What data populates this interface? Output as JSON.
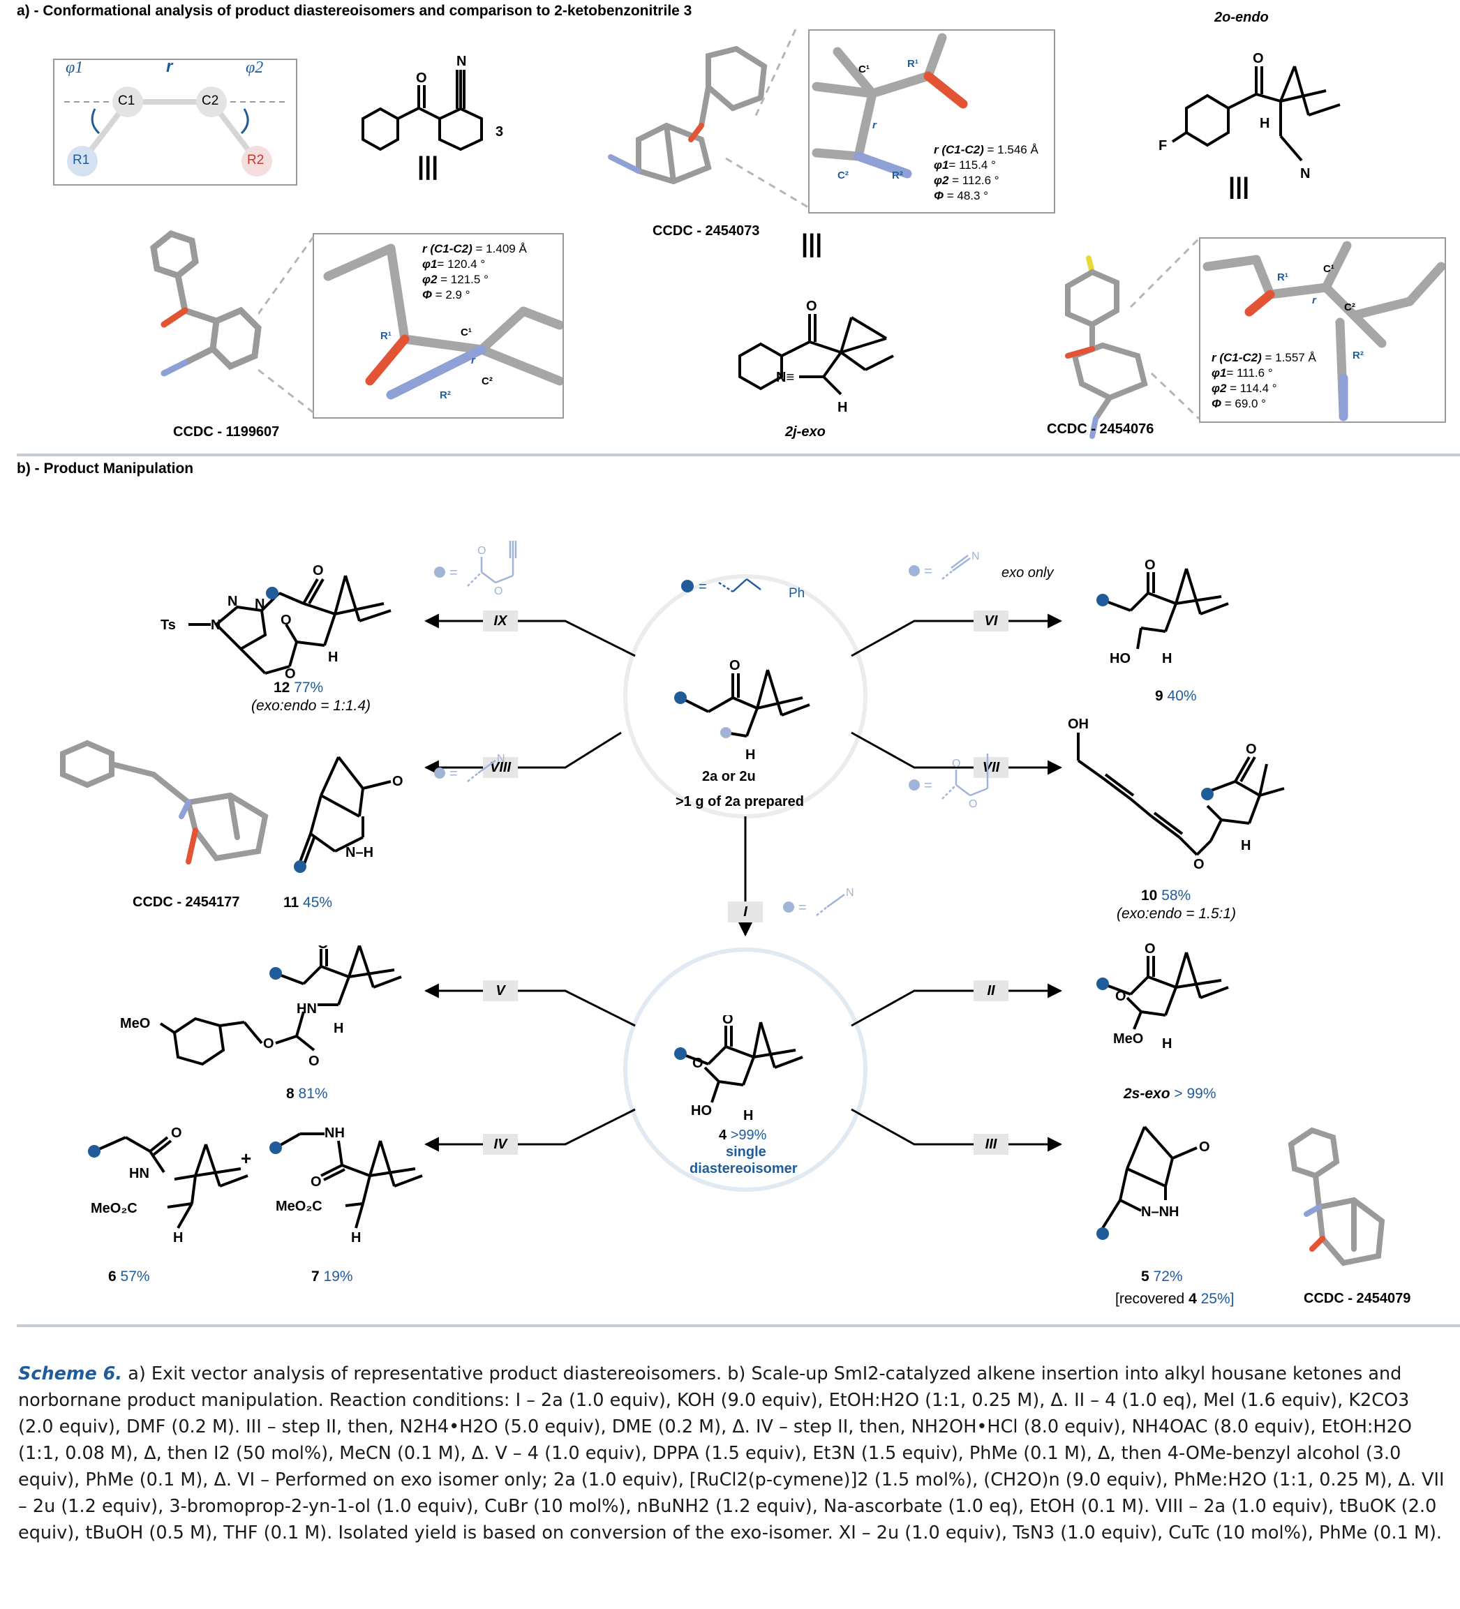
{
  "section_a": {
    "title": "a) - Conformational analysis of product diastereoisomers and comparison to 2-ketobenzonitrile 3",
    "scheme_box": {
      "phi1": "φ1",
      "phi2": "φ2",
      "r": "r",
      "c1": "C1",
      "c2": "C2",
      "r1": "R1",
      "r2": "R2"
    },
    "compound3_label": "3",
    "compound2o_label": "2o-endo",
    "compound2j_label": "2j-exo",
    "ccdc_1199607": "CCDC - 1199607",
    "ccdc_2454073": "CCDC - 2454073",
    "ccdc_2454076": "CCDC - 2454076",
    "meas_1199607": {
      "r": "= 1.409 Å",
      "phi1": "= 120.4 °",
      "phi2": "= 121.5 °",
      "Phi": "= 2.9 °"
    },
    "meas_2454073": {
      "r": "= 1.546 Å",
      "phi1": "= 115.4 °",
      "phi2": "= 112.6 °",
      "Phi": "= 48.3 °"
    },
    "meas_2454076": {
      "r": "= 1.557 Å",
      "phi1": "= 111.6 °",
      "phi2": "= 114.4 °",
      "Phi": "= 69.0 °"
    },
    "meas_labels": {
      "r": "r (C1-C2)",
      "phi1": "φ1",
      "phi2": "φ2",
      "Phi": "Φ"
    }
  },
  "section_b": {
    "title": "b) - Product Manipulation",
    "legend_ph": "Ph",
    "center_top": {
      "line1": "2a or 2u",
      "line2": ">1 g of 2a prepared"
    },
    "center_bottom": {
      "num": "4",
      "yield": ">99%",
      "line2": "single",
      "line3": "diastereoisomer"
    },
    "steps": {
      "I": "I",
      "II": "II",
      "III": "III",
      "IV": "IV",
      "V": "V",
      "VI": "VI",
      "VII": "VII",
      "VIII": "VIII",
      "IX": "IX"
    },
    "exo_only": "exo only",
    "c12": {
      "num": "12",
      "yield": "77%",
      "note": "(exo:endo = 1:1.4)"
    },
    "c9": {
      "num": "9",
      "yield": "40%"
    },
    "c10": {
      "num": "10",
      "yield": "58%",
      "note": "(exo:endo = 1.5:1)"
    },
    "c11": {
      "num": "11",
      "yield": "45%"
    },
    "ccdc_2454177": "CCDC - 2454177",
    "c8": {
      "num": "8",
      "yield": "81%"
    },
    "c2s": {
      "num": "2s-exo",
      "yield": "> 99%"
    },
    "c6": {
      "num": "6",
      "yield": "57%"
    },
    "c7": {
      "num": "7",
      "yield": "19%"
    },
    "c5": {
      "num": "5",
      "yield": "72%",
      "note_pre": "[recovered ",
      "note_num": "4",
      "note_post": " 25%]"
    },
    "ccdc_2454079": "CCDC - 2454079",
    "atoms": {
      "ts": "Ts",
      "n": "N",
      "o": "O",
      "h": "H",
      "ho": "HO",
      "oh": "OH",
      "meo": "MeO",
      "hn": "HN",
      "nh": "NH",
      "meo2c": "MeO2C",
      "nnh": "N–NH",
      "nh_h": "N–H"
    }
  },
  "caption": {
    "title": "Scheme 6.",
    "text": "a) Exit vector analysis of representative product diastereoisomers. b) Scale-up SmI2-catalyzed alkene insertion into alkyl housane ketones and norbornane product manipulation. Reaction conditions: I – 2a (1.0 equiv), KOH (9.0 equiv), EtOH:H2O (1:1, 0.25 M), Δ. II – 4 (1.0 eq), MeI (1.6 equiv), K2CO3 (2.0 equiv), DMF (0.2 M). III – step II, then, N2H4•H2O (5.0 equiv), DME (0.2 M), Δ. IV – step II, then, NH2OH•HCl (8.0 equiv), NH4OAC (8.0 equiv), EtOH:H2O (1:1, 0.08 M), Δ, then I2 (50 mol%), MeCN (0.1 M), Δ. V – 4 (1.0 equiv), DPPA (1.5 equiv), Et3N (1.5 equiv), PhMe (0.1 M), Δ, then 4-OMe-benzyl alcohol (3.0 equiv), PhMe (0.1 M), Δ. VI – Performed on exo isomer only; 2a (1.0 equiv), [RuCl2(p-cymene)]2 (1.5 mol%), (CH2O)n (9.0 equiv), PhMe:H2O (1:1, 0.25 M), Δ. VII – 2u (1.2 equiv), 3-bromoprop-2-yn-1-ol (1.0 equiv), CuBr (10 mol%), nBuNH2 (1.2 equiv), Na-ascorbate (1.0 eq), EtOH (0.1 M). VIII – 2a (1.0 equiv), tBuOK (2.0 equiv), tBuOH (0.5 M), THF (0.1 M). Isolated yield is based on conversion of the exo-isomer. XI – 2u (1.0 equiv), TsN3 (1.0 equiv), CuTc (10 mol%), PhMe (0.1 M)."
  },
  "colors": {
    "blue": "#1f5c99",
    "dot_dark": "#1f5c99",
    "dot_light": "#9fb4d6",
    "red": "#c0392b",
    "rule": "#c5cbd4"
  }
}
